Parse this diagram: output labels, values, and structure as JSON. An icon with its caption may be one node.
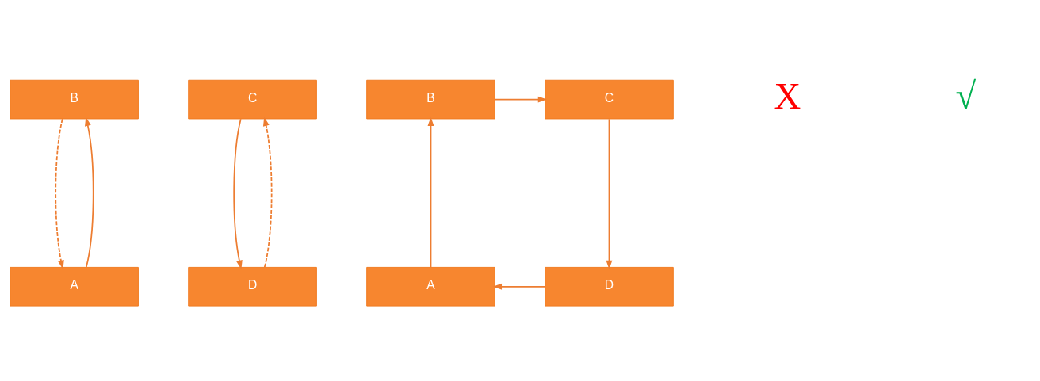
{
  "diagram": {
    "nodes": [
      {
        "text": [
          "B"
        ]
      },
      {
        "text": [
          "C"
        ]
      },
      {
        "text": [
          "B"
        ]
      },
      {
        "text": [
          "C"
        ]
      },
      {
        "text": [
          "A"
        ]
      },
      {
        "text": [
          "D"
        ]
      },
      {
        "text": [
          "A"
        ]
      },
      {
        "text": [
          "D"
        ]
      }
    ],
    "edges": [
      {
        "from": 4,
        "to": 0,
        "arrow": "to"
      },
      {
        "from": 0,
        "to": 4,
        "arrow": "to",
        "style": "dashed"
      },
      {
        "from": 5,
        "to": 1,
        "arrow": "to",
        "style": "dashed"
      },
      {
        "from": 1,
        "to": 5,
        "arrow": "to"
      },
      {
        "from": 6,
        "to": 2,
        "arrow": "to"
      },
      {
        "from": 2,
        "to": 3,
        "arrow": "to"
      },
      {
        "from": 3,
        "to": 7,
        "arrow": "to"
      },
      {
        "from": 7,
        "to": 6,
        "arrow": "to"
      }
    ],
    "labels": [
      "X",
      "√"
    ]
  }
}
